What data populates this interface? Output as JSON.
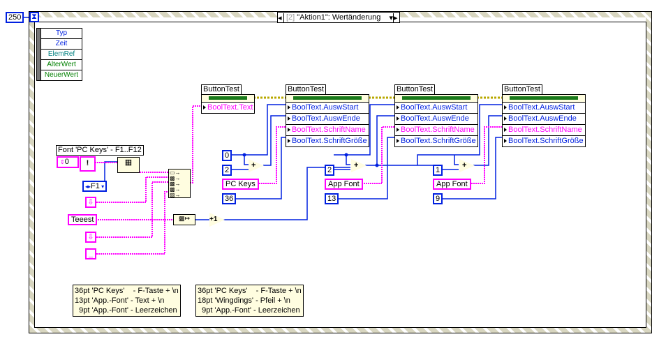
{
  "loop": {
    "timeout": "250"
  },
  "event_selector": {
    "index": "[2]",
    "label": "\"Aktion1\": Wertänderung"
  },
  "event_data": [
    "Typ",
    "Zeit",
    "ElemRef",
    "AlterWert",
    "NeuerWert"
  ],
  "event_data_colors": [
    "#0020e0",
    "#0020e0",
    "#008080",
    "#008000",
    "#008000"
  ],
  "font_label": "Font 'PC Keys' -  F1..F12",
  "index_value": "0",
  "char_const": "!",
  "enum_value": "F1",
  "text_const": "Teeest",
  "property_nodes": [
    {
      "label": "ButtonTest",
      "rows": [
        {
          "text": "BoolText.Text",
          "color": "pink"
        }
      ]
    },
    {
      "label": "ButtonTest",
      "rows": [
        {
          "text": "BoolText.AuswStart",
          "color": "blue"
        },
        {
          "text": "BoolText.AuswEnde",
          "color": "blue"
        },
        {
          "text": "BoolText.SchriftName",
          "color": "pink"
        },
        {
          "text": "BoolText.SchriftGröße",
          "color": "blue"
        }
      ]
    },
    {
      "label": "ButtonTest",
      "rows": [
        {
          "text": "BoolText.AuswStart",
          "color": "blue"
        },
        {
          "text": "BoolText.AuswEnde",
          "color": "blue"
        },
        {
          "text": "BoolText.SchriftName",
          "color": "pink"
        },
        {
          "text": "BoolText.SchriftGröße",
          "color": "blue"
        }
      ]
    },
    {
      "label": "ButtonTest",
      "rows": [
        {
          "text": "BoolText.AuswStart",
          "color": "blue"
        },
        {
          "text": "BoolText.AuswEnde",
          "color": "blue"
        },
        {
          "text": "BoolText.SchriftName",
          "color": "pink"
        },
        {
          "text": "BoolText.SchriftGröße",
          "color": "blue"
        }
      ]
    }
  ],
  "groups": [
    {
      "start": "0",
      "len": "2",
      "font": "PC Keys",
      "size": "36"
    },
    {
      "len": "2",
      "font": "App Font",
      "size": "13"
    },
    {
      "len": "1",
      "font": "App Font",
      "size": "9"
    }
  ],
  "comments": [
    "36pt 'PC Keys'    - F-Taste + \\n\n13pt 'App.-Font' - Text + \\n\n  9pt 'App.-Font' - Leerzeichen",
    "36pt 'PC Keys'    - F-Taste + \\n\n18pt 'Wingdings' - Pfeil + \\n\n  9pt 'App.-Font' - Leerzeichen"
  ]
}
